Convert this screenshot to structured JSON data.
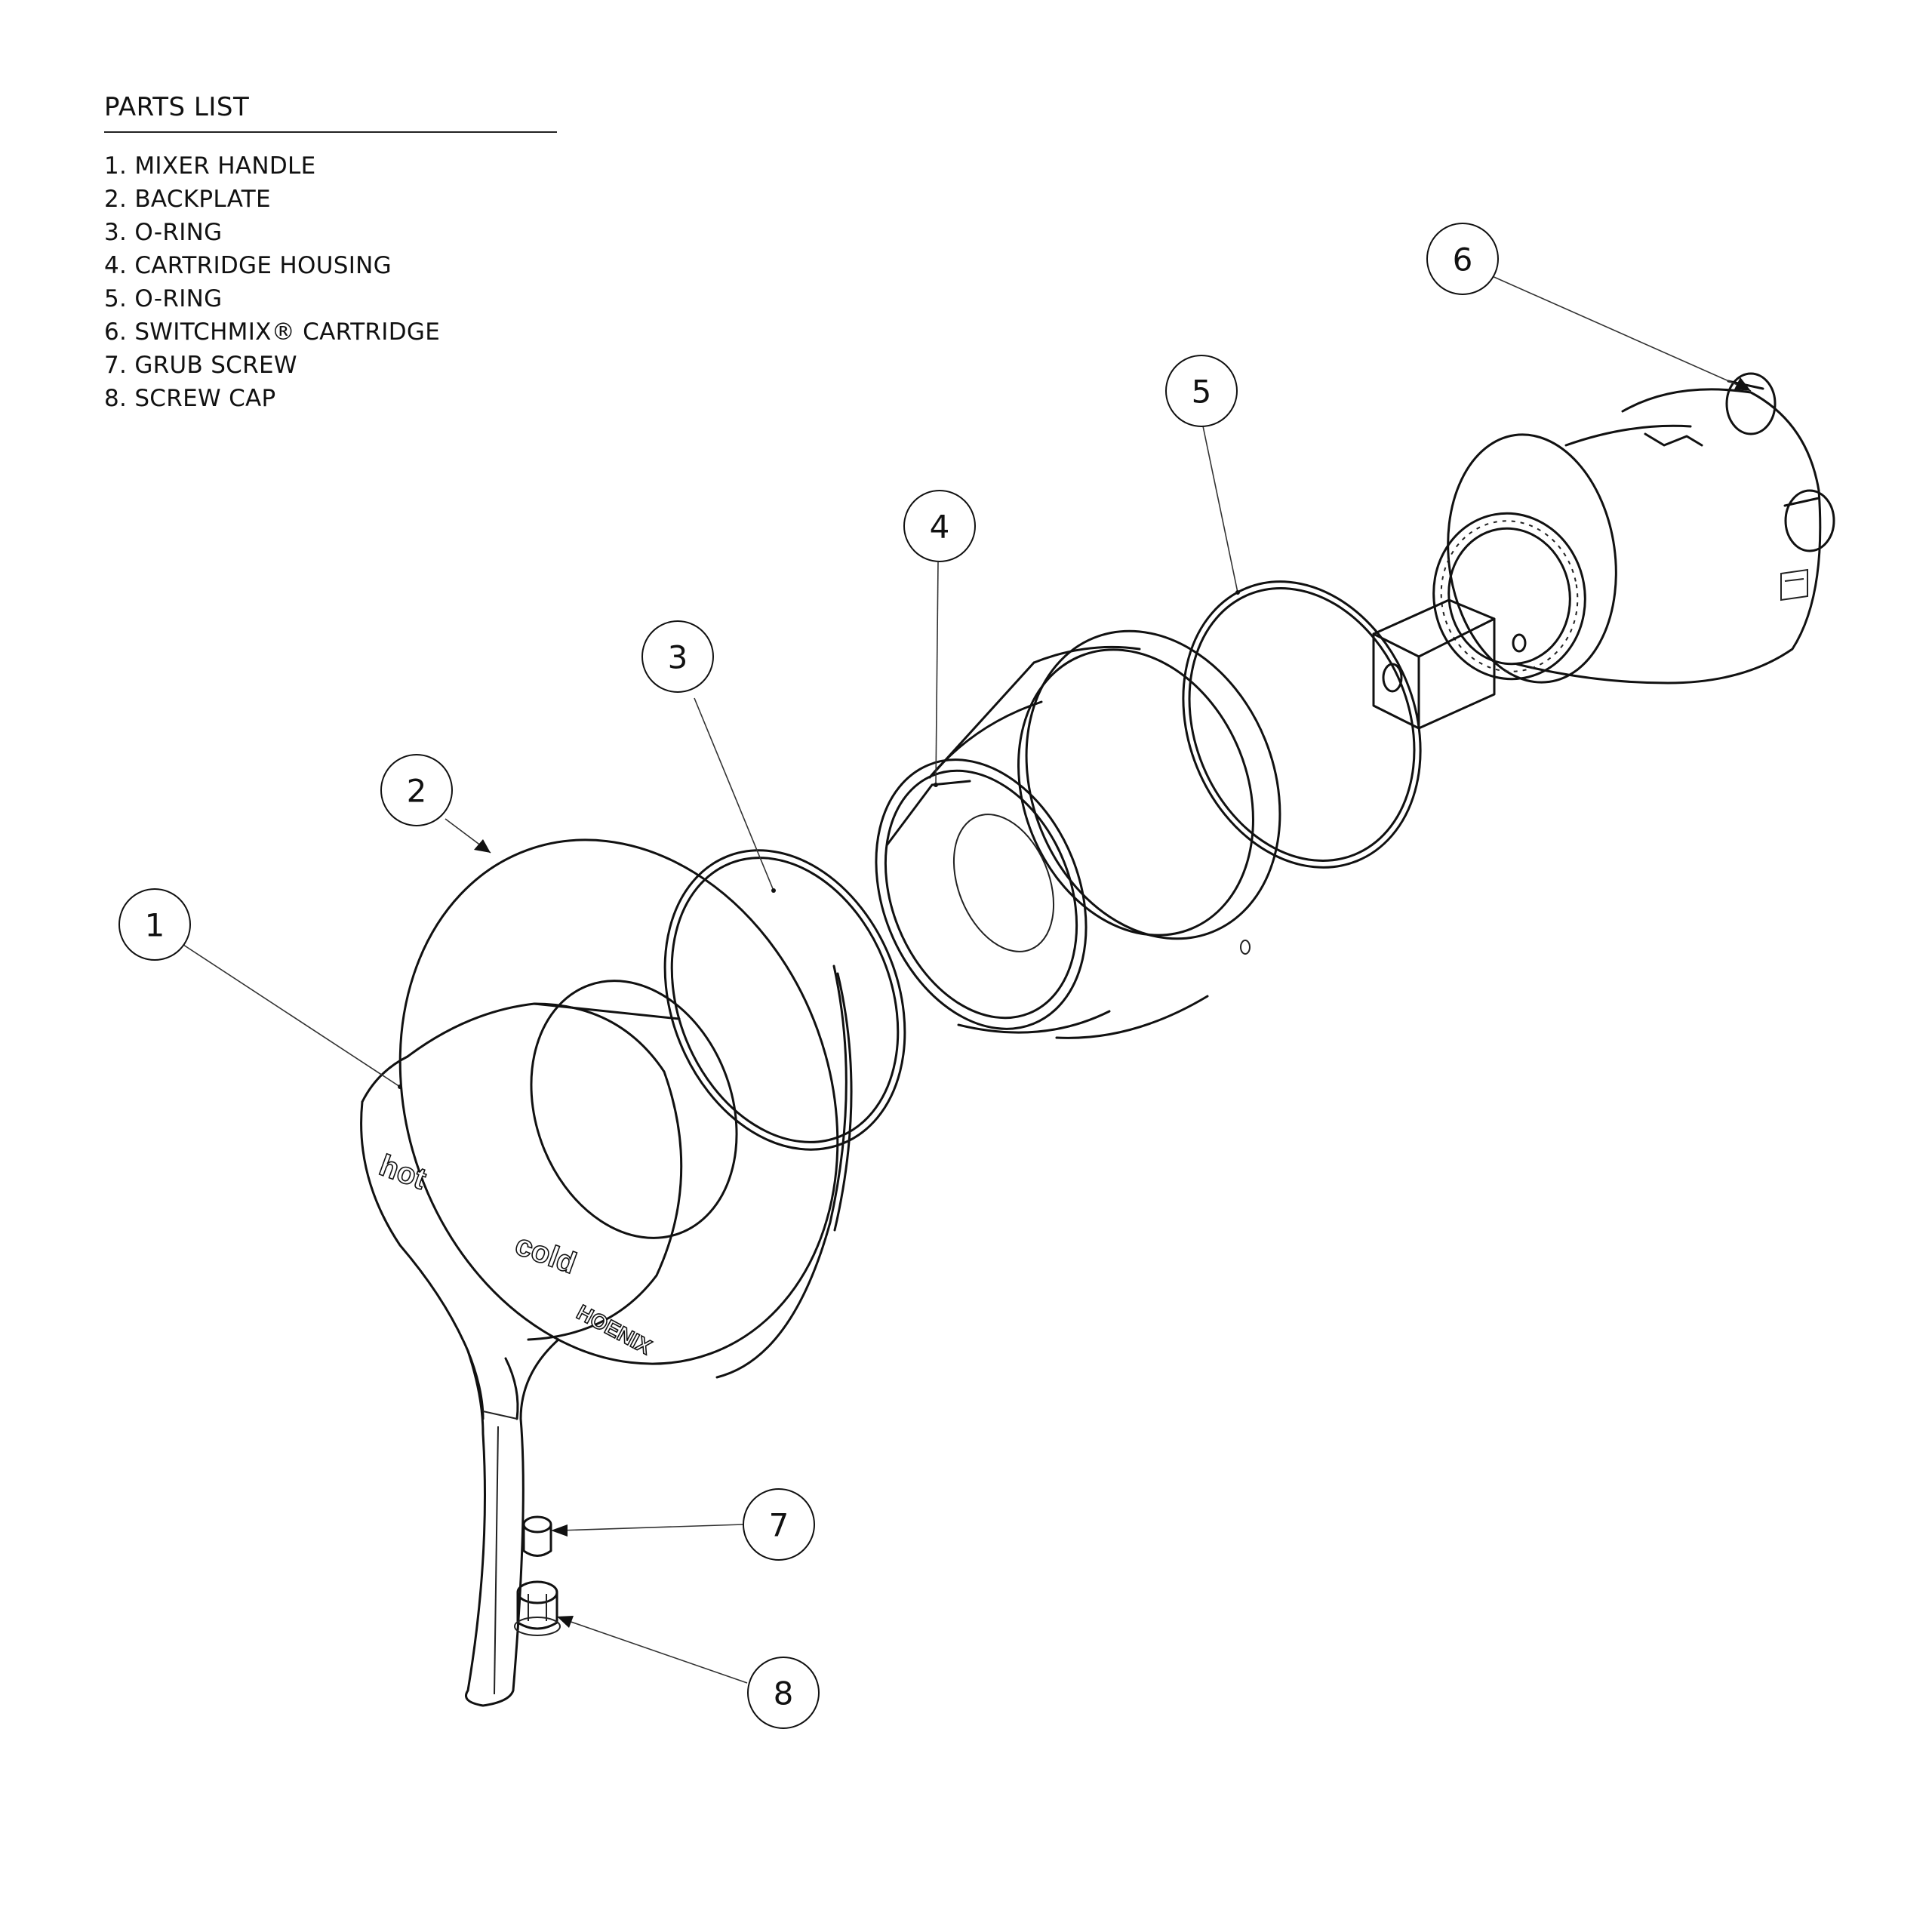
{
  "parts_list": {
    "title": "PARTS LIST",
    "items": [
      "1. MIXER HANDLE",
      "2. BACKPLATE",
      "3. O-RING",
      "4. CARTRIDGE HOUSING",
      "5. O-RING",
      "6. SWITCHMIX® CARTRIDGE",
      "7. GRUB SCREW",
      "8. SCREW CAP"
    ]
  },
  "callouts": [
    "1",
    "2",
    "3",
    "4",
    "5",
    "6",
    "7",
    "8"
  ],
  "engravings": {
    "hot": "hot",
    "cold": "cold",
    "brand": "HOENIX"
  }
}
